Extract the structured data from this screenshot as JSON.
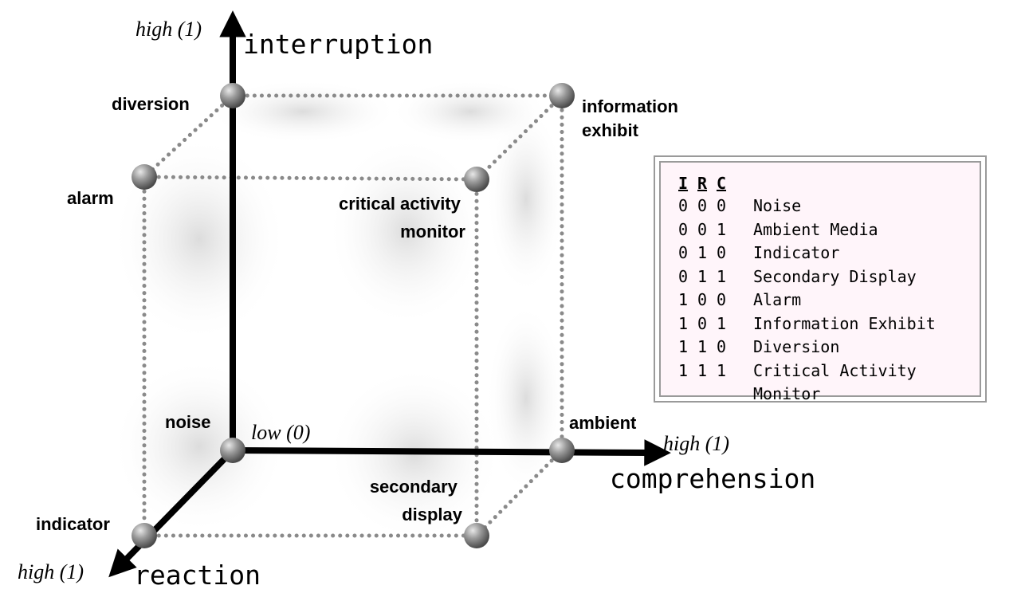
{
  "axes": {
    "interruption": {
      "name": "interruption",
      "high": "high (1)"
    },
    "comprehension": {
      "name": "comprehension",
      "high": "high (1)"
    },
    "reaction": {
      "name": "reaction",
      "high": "high (1)"
    },
    "origin": "low (0)"
  },
  "vertices": {
    "noise": "noise",
    "ambient": "ambient",
    "indicator": "indicator",
    "secondary_display": [
      "secondary",
      "display"
    ],
    "alarm": "alarm",
    "information_exhibit": [
      "information",
      "exhibit"
    ],
    "diversion": "diversion",
    "critical_activity_monitor": [
      "critical activity",
      "monitor"
    ]
  },
  "legend": {
    "headers": [
      "I",
      "R",
      "C"
    ],
    "rows": [
      {
        "code": [
          "0",
          "0",
          "0"
        ],
        "name": "Noise"
      },
      {
        "code": [
          "0",
          "0",
          "1"
        ],
        "name": "Ambient Media"
      },
      {
        "code": [
          "0",
          "1",
          "0"
        ],
        "name": "Indicator"
      },
      {
        "code": [
          "0",
          "1",
          "1"
        ],
        "name": "Secondary Display"
      },
      {
        "code": [
          "1",
          "0",
          "0"
        ],
        "name": "Alarm"
      },
      {
        "code": [
          "1",
          "0",
          "1"
        ],
        "name": "Information Exhibit"
      },
      {
        "code": [
          "1",
          "1",
          "0"
        ],
        "name": "Diversion"
      },
      {
        "code": [
          "1",
          "1",
          "1"
        ],
        "name": "Critical Activity"
      },
      {
        "code": [
          "",
          "",
          ""
        ],
        "name": "Monitor"
      }
    ]
  },
  "colors": {
    "axis": "#000000",
    "edge": "#8a8a8a",
    "legend_bg": "#fff5fa",
    "legend_border": "#9a9a9a"
  }
}
